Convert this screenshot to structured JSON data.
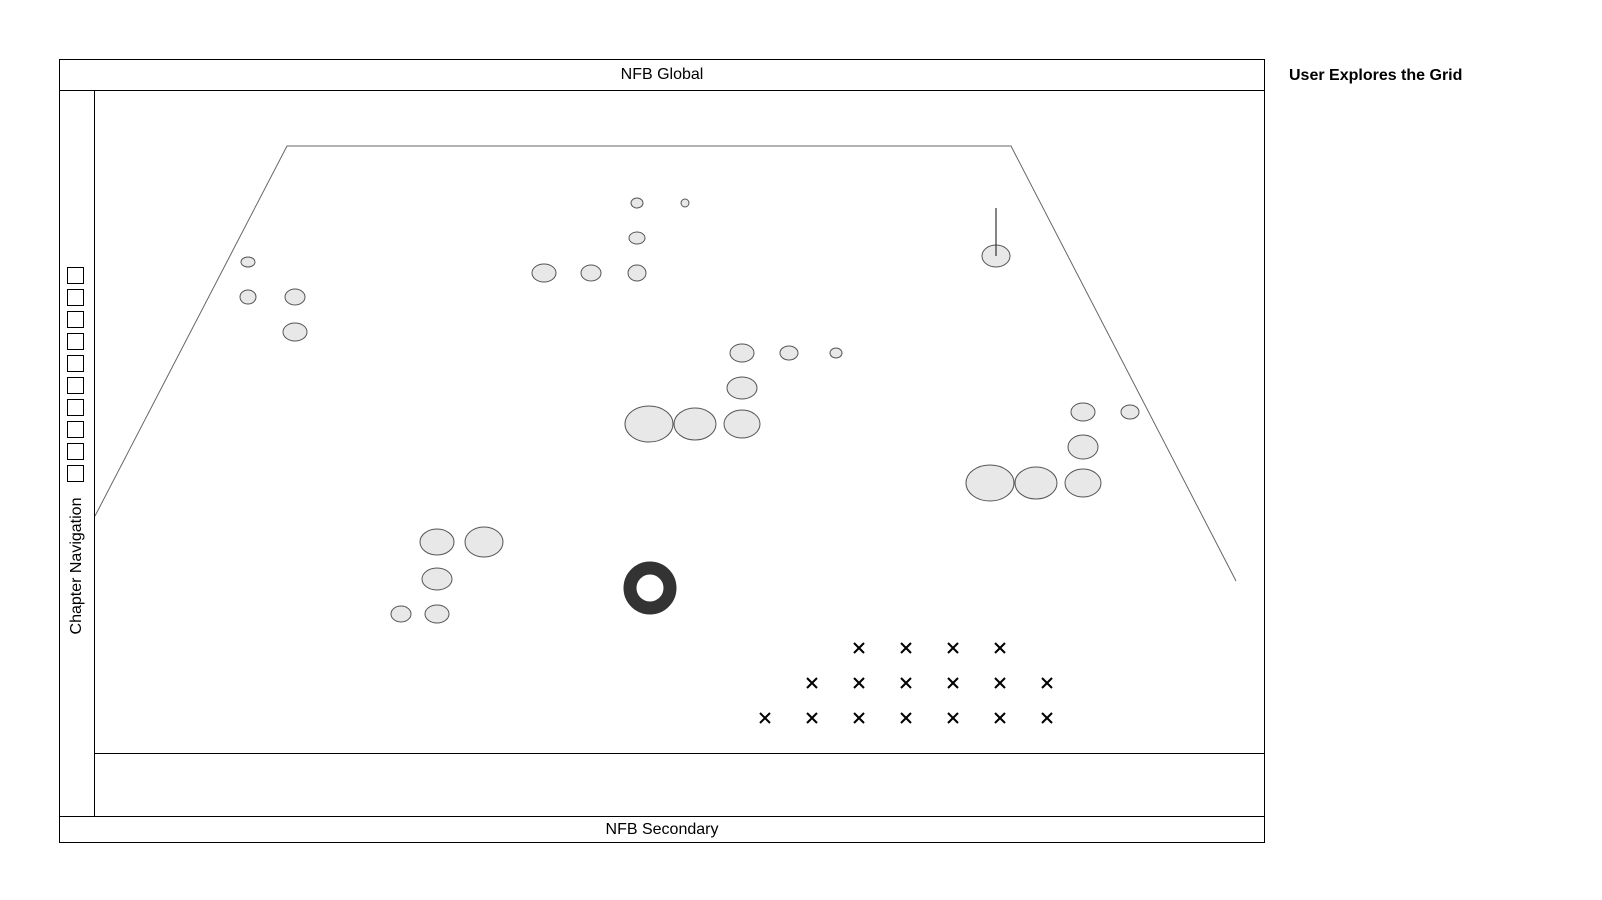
{
  "header": {
    "title": "NFB Global"
  },
  "footer": {
    "title": "NFB Secondary"
  },
  "sidebar": {
    "label": "Chapter Navigation",
    "chapter_count": 10
  },
  "annotation": {
    "title": "User Explores the Grid"
  },
  "colors": {
    "node_fill": "#e8e8e8",
    "stroke": "#555555",
    "ring": "#333333"
  }
}
